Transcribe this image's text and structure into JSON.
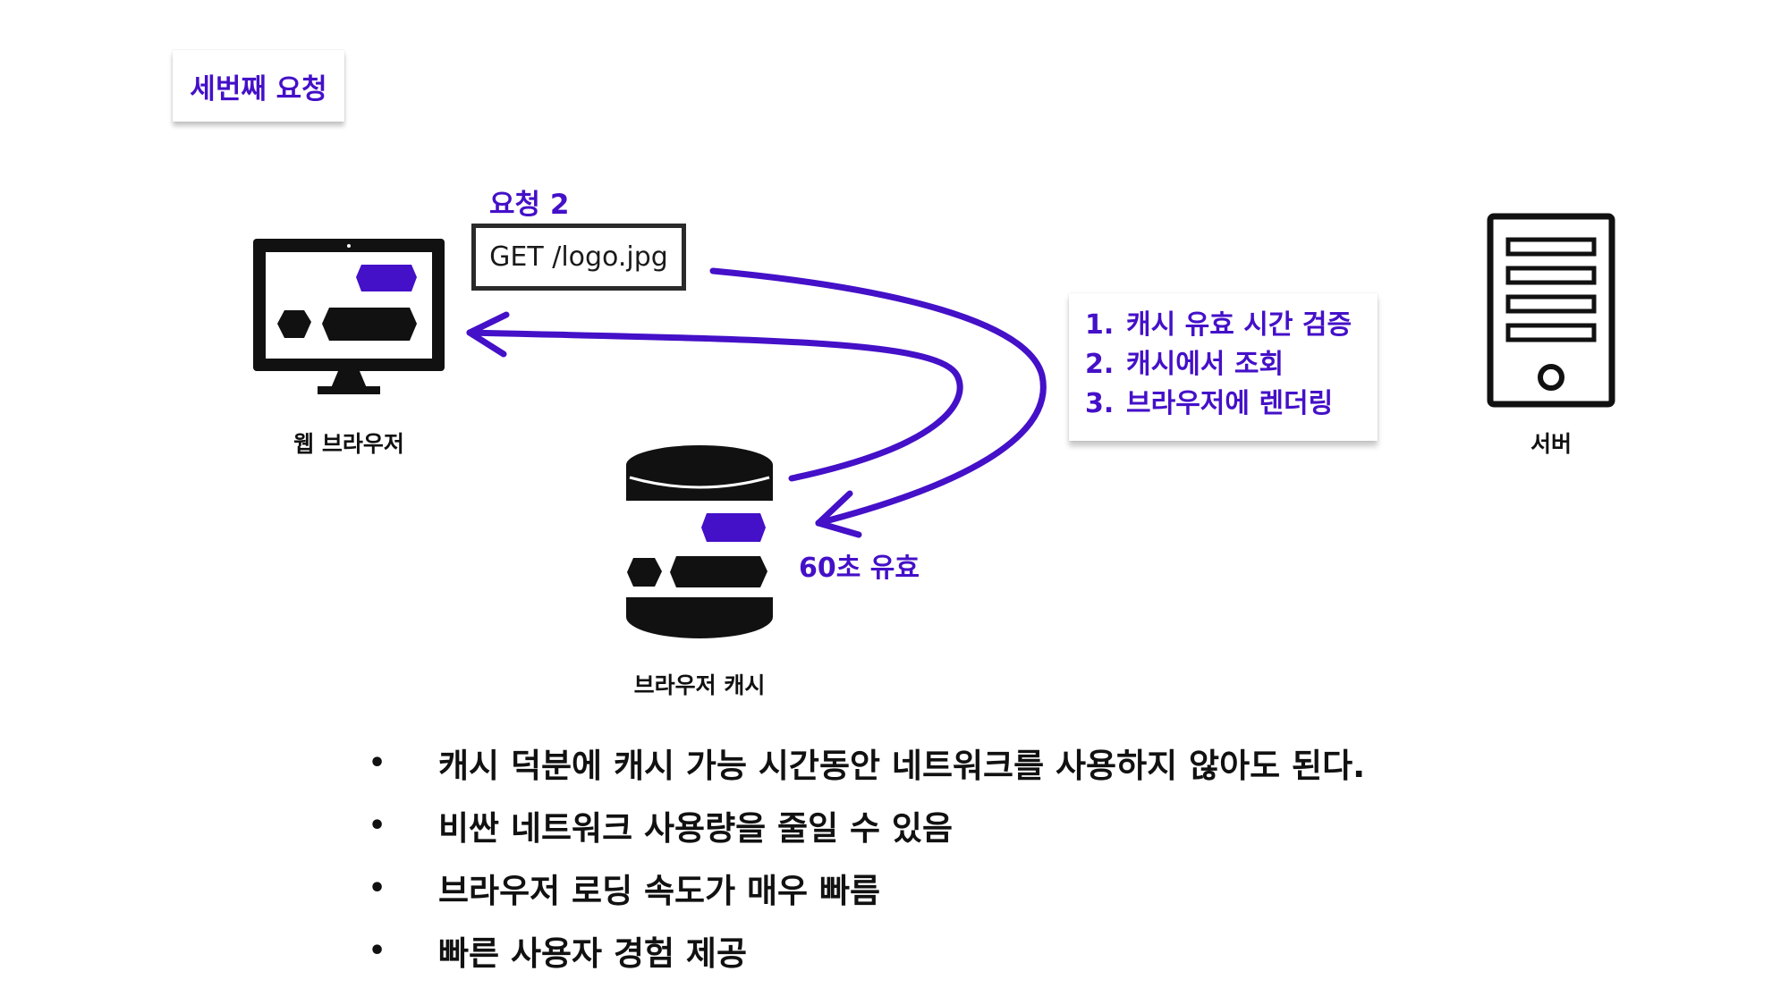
{
  "title": "세번째 요청",
  "request_label": "요청 2",
  "request_line": "GET /logo.jpg",
  "nodes": {
    "browser": "웹 브라우저",
    "cache": "브라우저 캐시",
    "server": "서버"
  },
  "steps": [
    {
      "num": "1.",
      "text": "캐시 유효 시간 검증"
    },
    {
      "num": "2.",
      "text": "캐시에서 조회"
    },
    {
      "num": "3.",
      "text": "브라우저에 렌더링"
    }
  ],
  "cache_validity": "60초 유효",
  "bullets": [
    {
      "dot": "•",
      "text": "캐시 덕분에 캐시 가능 시간동안 네트워크를 사용하지 않아도 된다."
    },
    {
      "dot": "•",
      "text": "비싼 네트워크 사용량을 줄일 수 있음"
    },
    {
      "dot": "•",
      "text": "브라우저 로딩 속도가 매우 빠름"
    },
    {
      "dot": "•",
      "text": "빠른 사용자 경험 제공"
    }
  ],
  "colors": {
    "accent": "#4410c8",
    "ink": "#111111"
  }
}
